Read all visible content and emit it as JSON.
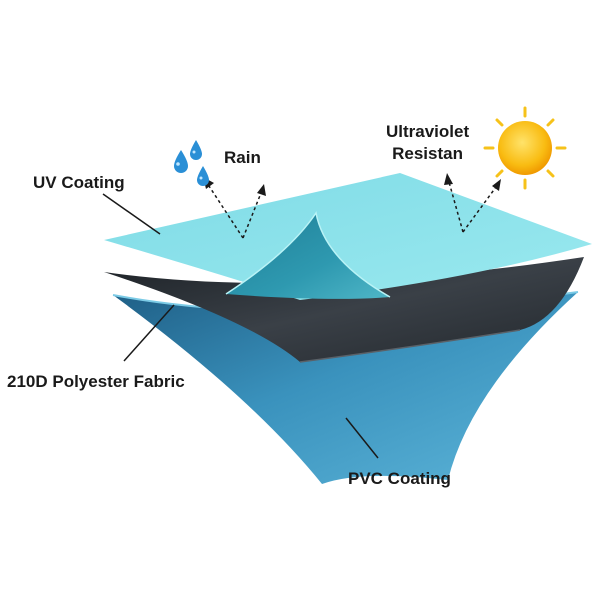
{
  "labels": {
    "uv_coating": "UV Coating",
    "rain": "Rain",
    "ultraviolet_line1": "Ultraviolet",
    "ultraviolet_line2": "Resistan",
    "polyester": "210D Polyester Fabric",
    "pvc_coating": "PVC Coating"
  },
  "icons": {
    "rain": "water-drops-icon",
    "sun": "sun-icon"
  },
  "colors": {
    "uv_layer": "#86e2ea",
    "polyester_layer": "#2b3035",
    "pvc_layer": "#2f7fa8",
    "sun": "#f7b500",
    "drops": "#2a8fd6",
    "text": "#1a1a1a"
  }
}
